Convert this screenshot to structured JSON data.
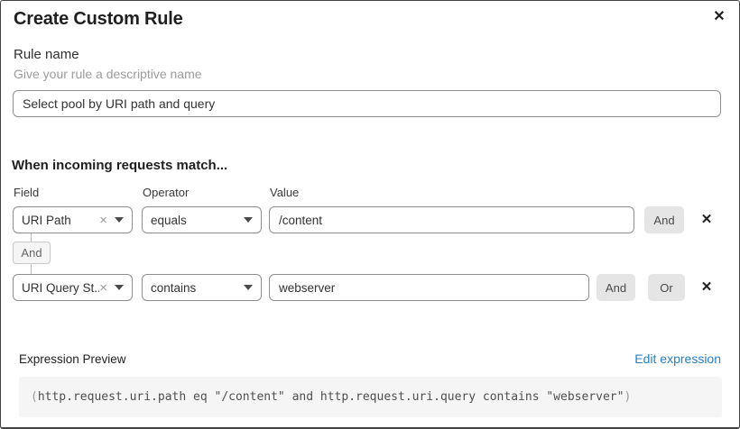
{
  "dialog": {
    "title": "Create Custom Rule",
    "close_icon": "✕"
  },
  "rule_name": {
    "label": "Rule name",
    "hint": "Give your rule a descriptive name",
    "value": "Select pool by URI path and query"
  },
  "matcher": {
    "heading": "When incoming requests match...",
    "columns": {
      "field": "Field",
      "operator": "Operator",
      "value": "Value"
    },
    "rows": [
      {
        "field": "URI Path",
        "operator": "equals",
        "value": "/content",
        "buttons": [
          "And"
        ]
      },
      {
        "field": "URI Query St...",
        "operator": "contains",
        "value": "webserver",
        "buttons": [
          "And",
          "Or"
        ]
      }
    ],
    "connector": "And",
    "clear_icon": "×",
    "remove_icon": "✕"
  },
  "expression": {
    "label": "Expression Preview",
    "edit_link": "Edit expression",
    "open_paren": "(",
    "body": "http.request.uri.path eq \"/content\" and http.request.uri.query contains \"webserver\"",
    "close_paren": ")"
  },
  "colors": {
    "link_blue": "#2780c2",
    "button_gray": "#e5e5e5",
    "border_gray": "#8e8e8e",
    "code_background": "#f5f5f5"
  }
}
